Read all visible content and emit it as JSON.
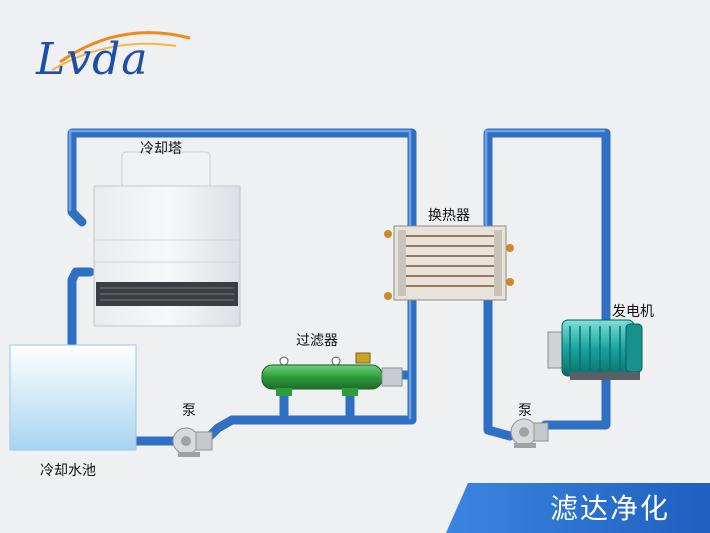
{
  "logo": {
    "text": "Lvda"
  },
  "labels": {
    "cooling_tower": "冷却塔",
    "heat_exchanger": "换热器",
    "filter": "过滤器",
    "generator": "发电机",
    "pump_left": "泵",
    "pump_right": "泵",
    "cooling_pool": "冷却水池"
  },
  "brand_banner": "滤达净化",
  "colors": {
    "pipe": "#2f6fc4",
    "pipe_light": "#6fa2e3",
    "filter_body": "#2e9d3d",
    "generator": "#1aa5a0",
    "banner": "#1f5fbf",
    "logo_blue": "#1d4ea8",
    "logo_orange": "#f08a1c"
  }
}
